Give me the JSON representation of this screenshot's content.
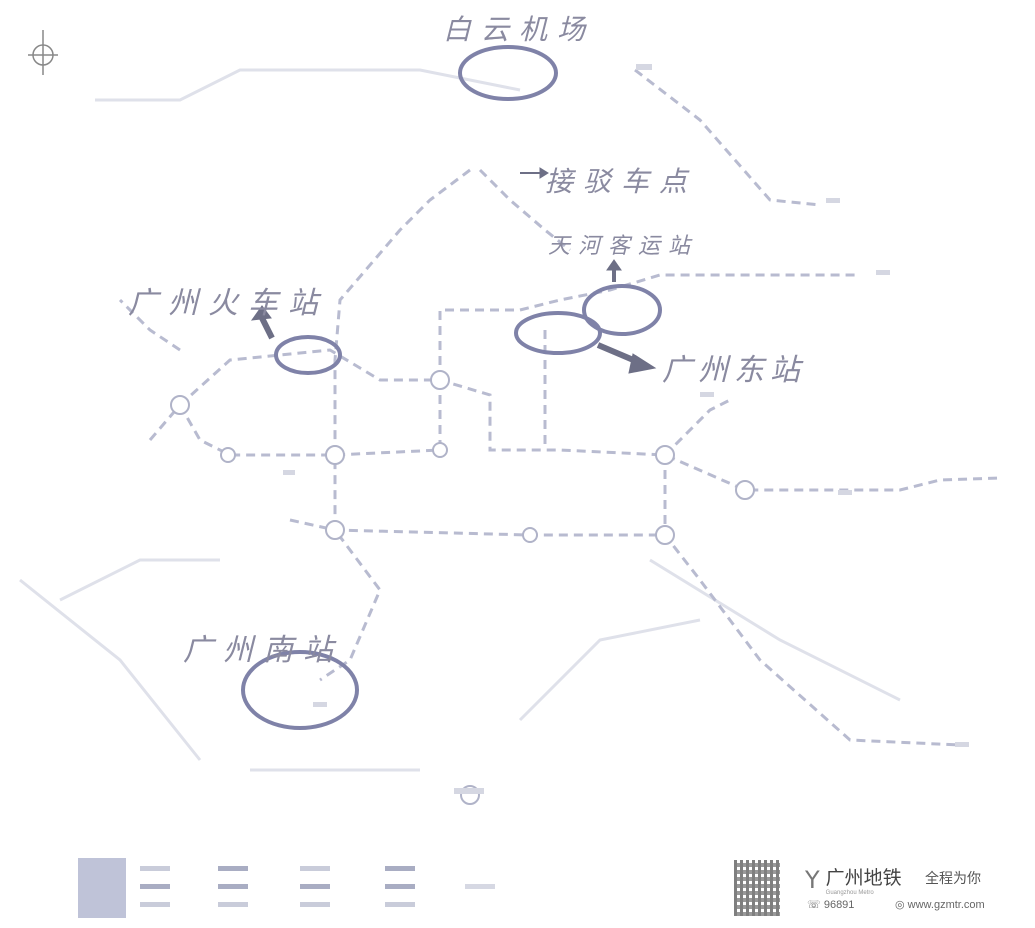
{
  "annotations": {
    "airport": "白云机场",
    "transfer_point": "接驳车点",
    "tianhe_bus_station": "天河客运站",
    "guangzhou_station": "广州火车站",
    "guangzhou_east": "广州东站",
    "guangzhou_south": "广州南站"
  },
  "footer": {
    "brand": "广州地铁",
    "brand_en": "Guangzhou Metro",
    "slogan": "全程为你",
    "hotline": "96891",
    "website": "www.gzmtr.com"
  },
  "colors": {
    "line_faint": "#c9ccda",
    "line_mid": "#a9adc3",
    "highlight": "#7f82a8",
    "arrow": "#6d6f86"
  }
}
